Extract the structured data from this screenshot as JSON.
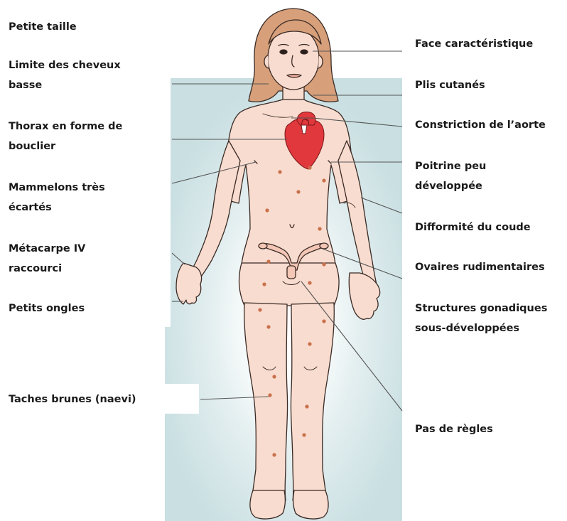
{
  "colors": {
    "skin": "#f8dccf",
    "skin_outline": "#3a2a25",
    "hair": "#d7a07a",
    "heart": "#e0383c",
    "naevus": "#c9704b",
    "leader": "#555555",
    "backdrop": "#d4e5e7"
  },
  "labels_left": [
    {
      "id": "short-stature",
      "lines": [
        "Petite taille",
        ""
      ]
    },
    {
      "id": "low-hairline",
      "lines": [
        "Limite des cheveux",
        "basse"
      ]
    },
    {
      "id": "shield-chest",
      "lines": [
        "Thorax en forme de",
        "bouclier"
      ]
    },
    {
      "id": "wide-nipples",
      "lines": [
        "Mammelons très",
        "écartés"
      ]
    },
    {
      "id": "short-metacarpal",
      "lines": [
        "Métacarpe IV",
        "raccourci"
      ]
    },
    {
      "id": "small-nails",
      "lines": [
        "Petits ongles",
        ""
      ]
    },
    {
      "id": "naevi",
      "lines": [
        "Taches brunes (naevi)",
        ""
      ]
    }
  ],
  "labels_right": [
    {
      "id": "face",
      "lines": [
        "Face caractéristique",
        ""
      ]
    },
    {
      "id": "skin-folds",
      "lines": [
        "Plis cutanés",
        ""
      ]
    },
    {
      "id": "aorta",
      "lines": [
        "Constriction de l’aorte",
        ""
      ]
    },
    {
      "id": "breasts",
      "lines": [
        "Poitrine peu",
        "développée"
      ]
    },
    {
      "id": "elbow",
      "lines": [
        "Difformité du coude",
        ""
      ]
    },
    {
      "id": "ovaries",
      "lines": [
        "Ovaires rudimentaires",
        ""
      ]
    },
    {
      "id": "gonads",
      "lines": [
        "Structures gonadiques",
        "sous-développées"
      ]
    },
    {
      "id": "amenorrhea",
      "lines": [
        "Pas de règles",
        ""
      ]
    }
  ]
}
